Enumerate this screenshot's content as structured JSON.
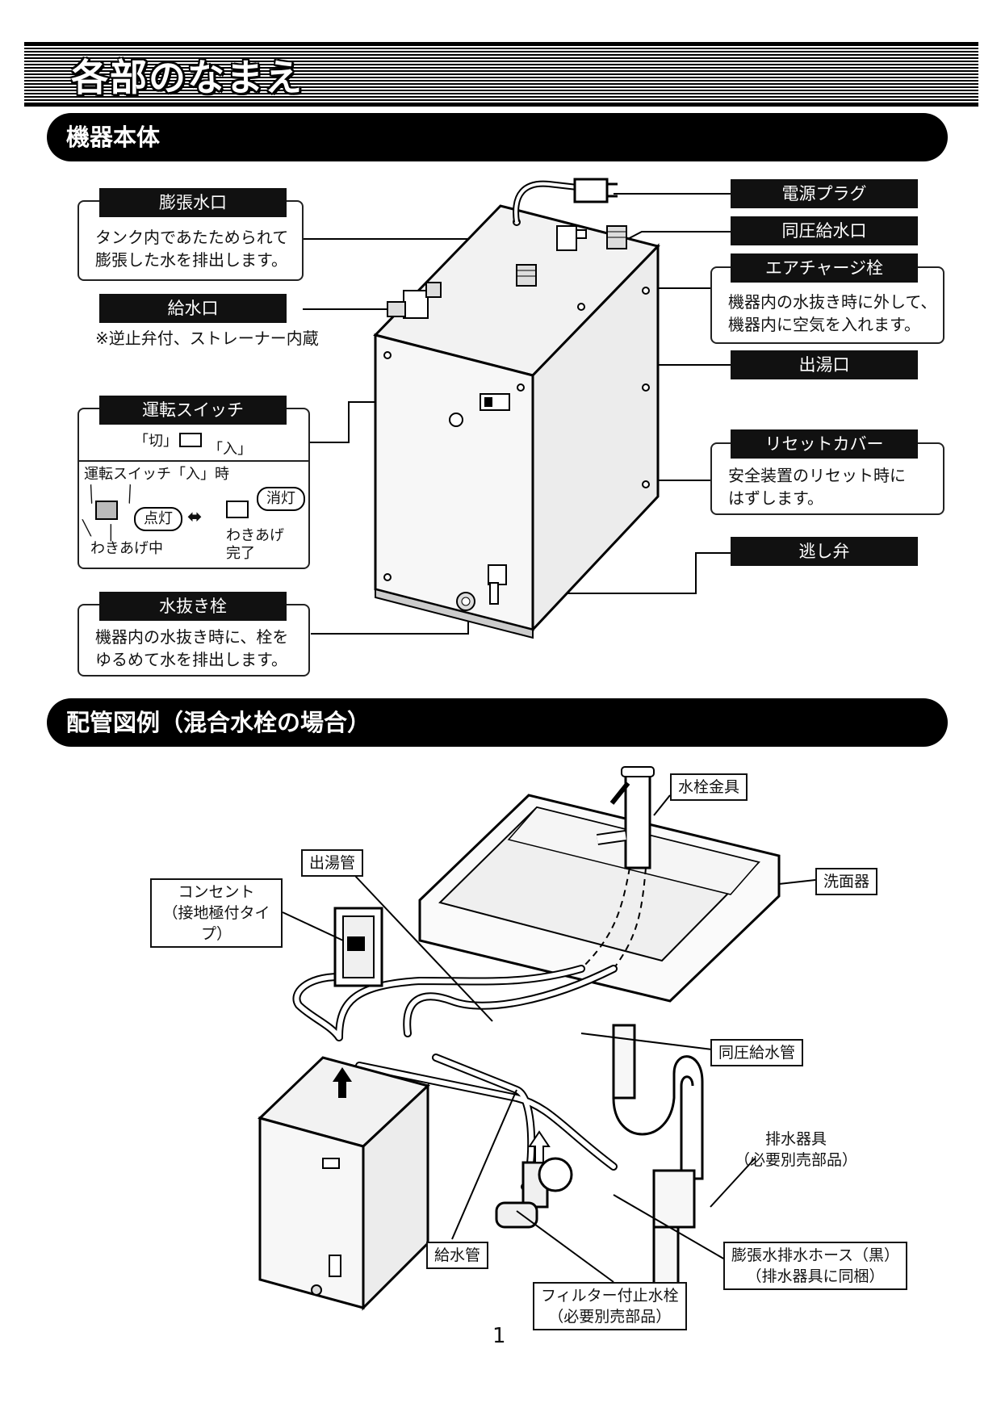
{
  "title": "各部のなまえ",
  "sections": {
    "body": "機器本体",
    "piping": "配管図例（混合水栓の場合）"
  },
  "parts": {
    "expansion_outlet": {
      "label": "膨張水口",
      "desc": [
        "タンク内であたためられて",
        "膨張した水を排出します。"
      ]
    },
    "water_inlet": {
      "label": "給水口",
      "note": "※逆止弁付、ストレーナー内蔵"
    },
    "run_switch": {
      "label": "運転スイッチ",
      "states_line": [
        "「切」",
        "「入」"
      ],
      "on_caption": "運転スイッチ「入」時",
      "lit": "点灯",
      "unlit": "消灯",
      "heating": "わきあげ中",
      "done": [
        "わきあげ",
        "完了"
      ]
    },
    "drain_plug": {
      "label": "水抜き栓",
      "desc": [
        "機器内の水抜き時に、栓を",
        "ゆるめて水を排出します。"
      ]
    },
    "power_plug": {
      "label": "電源プラグ"
    },
    "same_pressure_inlet": {
      "label": "同圧給水口"
    },
    "air_charge_plug": {
      "label": "エアチャージ栓",
      "desc": [
        "機器内の水抜き時に外して、",
        "機器内に空気を入れます。"
      ]
    },
    "hot_outlet": {
      "label": "出湯口"
    },
    "reset_cover": {
      "label": "リセットカバー",
      "desc": [
        "安全装置のリセット時に",
        "はずします。"
      ]
    },
    "relief_valve": {
      "label": "逃し弁"
    }
  },
  "piping_labels": {
    "faucet": "水栓金具",
    "basin": "洗面器",
    "hot_pipe": "出湯管",
    "outlet": [
      "コンセント",
      "（接地極付タイプ）"
    ],
    "same_pressure_pipe": "同圧給水管",
    "drain_fixture": [
      "排水器具",
      "（必要別売部品）"
    ],
    "expansion_hose": [
      "膨張水排水ホース（黒）",
      "（排水器具に同梱）"
    ],
    "supply_pipe": "給水管",
    "stop_valve": [
      "フィルター付止水栓",
      "（必要別売部品）"
    ]
  },
  "page_number": "1"
}
